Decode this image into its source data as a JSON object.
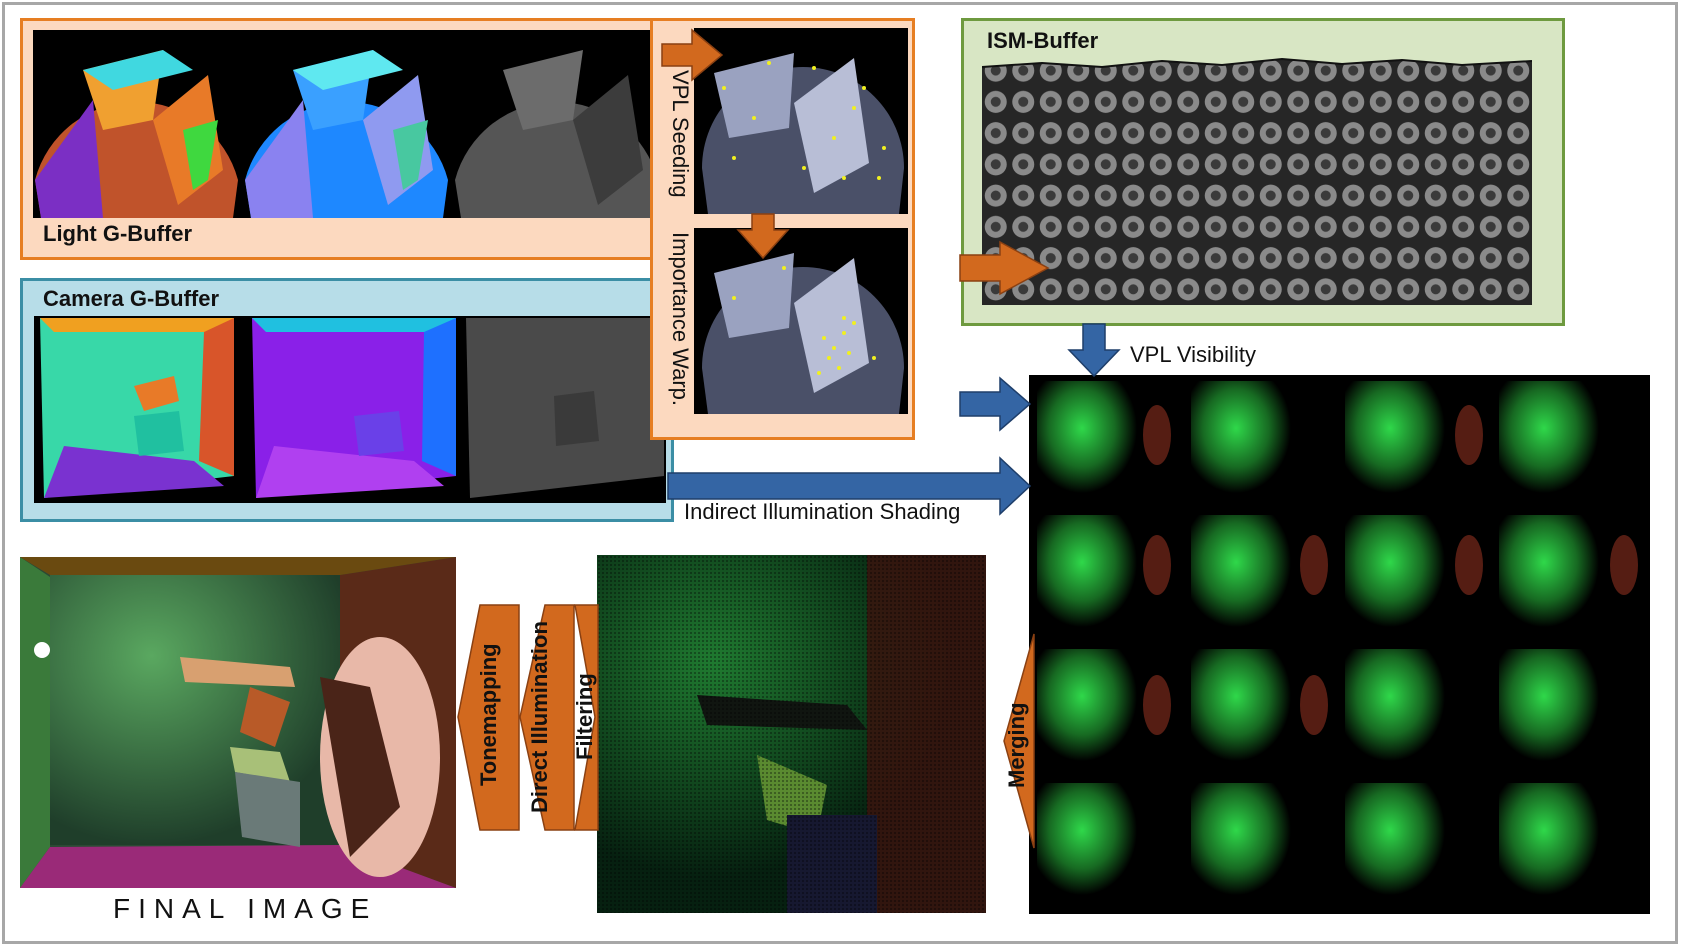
{
  "panels": {
    "light_gbuffer": "Light G-Buffer",
    "camera_gbuffer": "Camera G-Buffer",
    "ism_buffer": "ISM-Buffer"
  },
  "steps": {
    "vpl_seeding": "VPL Seeding",
    "importance_warp": "Importance Warp.",
    "vpl_visibility": "VPL Visibility",
    "indirect_shading": "Indirect Illumination Shading",
    "merging": "Merging",
    "filtering": "Filtering",
    "direct_illumination": "Direct Illumination",
    "tonemapping": "Tonemapping"
  },
  "final_caption": "FINAL IMAGE",
  "colors": {
    "light_panel_bg": "#fcd9bf",
    "light_panel_border": "#e67e22",
    "camera_panel_bg": "#b7dde8",
    "camera_panel_border": "#3b8ea5",
    "ism_panel_bg": "#d8e6c4",
    "ism_panel_border": "#6e9a3f",
    "orange_arrow": "#d2691e",
    "blue_arrow": "#3465a4"
  }
}
